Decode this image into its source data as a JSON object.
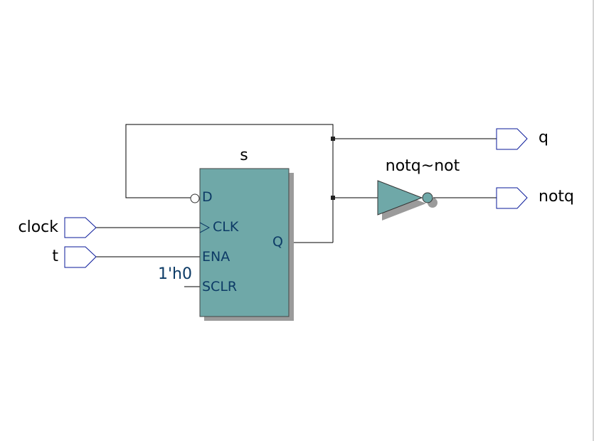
{
  "colors": {
    "block_fill": "#6fa8a8",
    "block_shadow": "#9b9b9b",
    "wire": "#000000",
    "port_stroke": "#0a1a9a",
    "pin_text": "#0d3b66",
    "label_text": "#000000"
  },
  "register": {
    "name": "s",
    "pins": {
      "d": "D",
      "clk": "CLK",
      "ena": "ENA",
      "sclr": "SCLR",
      "q": "Q"
    },
    "sclr_const": "1'h0"
  },
  "inverter": {
    "name": "notq~not"
  },
  "inputs": {
    "clock": "clock",
    "t": "t"
  },
  "outputs": {
    "q": "q",
    "notq": "notq"
  }
}
